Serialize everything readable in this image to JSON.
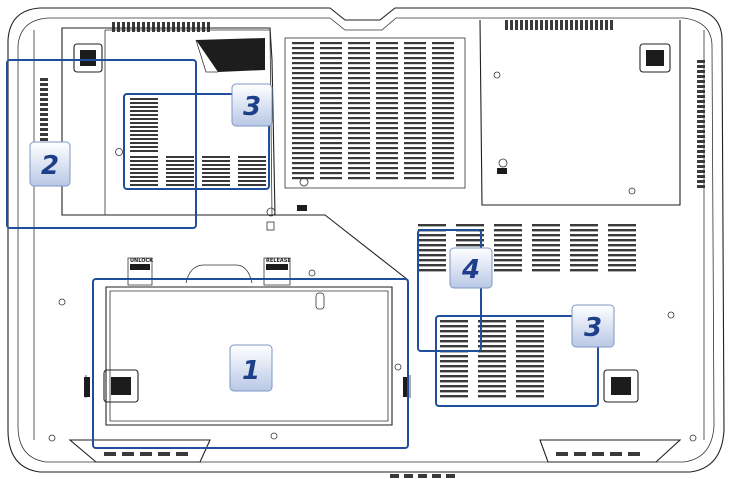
{
  "callouts": [
    {
      "id": "1",
      "label": "1"
    },
    {
      "id": "2",
      "label": "2"
    },
    {
      "id": "3a",
      "label": "3"
    },
    {
      "id": "3b",
      "label": "3"
    },
    {
      "id": "4",
      "label": "4"
    }
  ],
  "latches": {
    "left": "UNLOCK",
    "right": "RELEASE"
  },
  "colors": {
    "callout_border": "#1f4e9c",
    "badge_text": "#1d3f8a",
    "badge_fill_top": "#ffffff",
    "badge_fill_bottom": "#b9c8e6",
    "outline": "#222222"
  }
}
